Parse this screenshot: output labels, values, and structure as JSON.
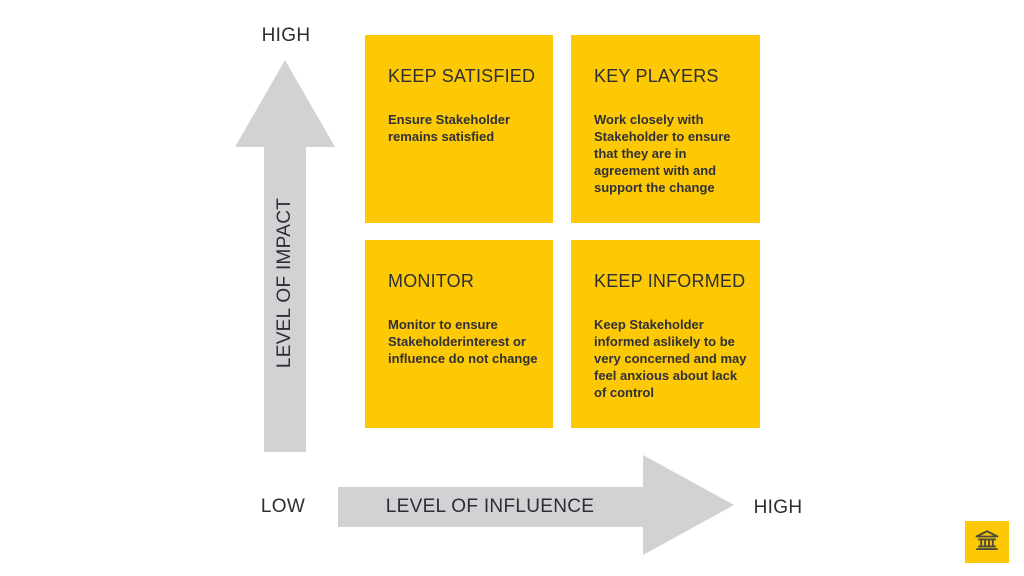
{
  "quadrants": [
    {
      "id": "keep-satisfied",
      "title": "KEEP SATISFIED",
      "body": "Ensure Stakeholder\nremains satisfied"
    },
    {
      "id": "key-players",
      "title": "KEY PLAYERS",
      "body": "Work closely with\nStakeholder to ensure\nthat they are in\nagreement with and\nsupport the change"
    },
    {
      "id": "monitor",
      "title": "MONITOR",
      "body": "Monitor to ensure\nStakeholderinterest or\ninfluence do not change"
    },
    {
      "id": "keep-informed",
      "title": "KEEP INFORMED",
      "body": "Keep Stakeholder\ninformed aslikely to be\nvery concerned and may\nfeel anxious about lack\nof control"
    }
  ],
  "y_axis": {
    "label": "LEVEL OF IMPACT",
    "high_label": "HIGH"
  },
  "x_axis": {
    "label": "LEVEL OF INFLUENCE",
    "low_label": "LOW",
    "high_label": "HIGH"
  },
  "logo": {
    "icon": "classical-building"
  },
  "colors": {
    "quadrant_yellow": "#FDC905",
    "arrow_gray": "#D1D2D4",
    "heading_text": "#2E2E33",
    "body_text": "#303038",
    "logo_icon": "#4B4B40"
  }
}
